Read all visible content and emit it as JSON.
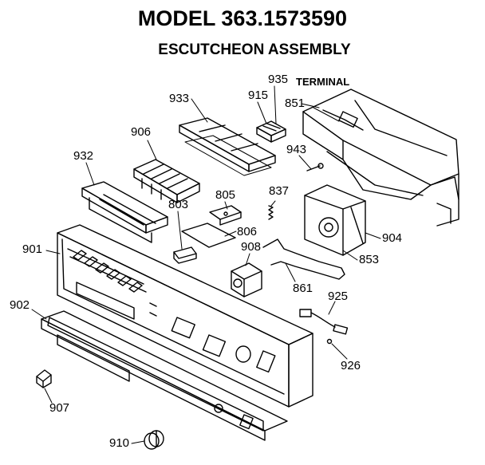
{
  "header": {
    "title": "MODEL 363.1573590",
    "subtitle": "ESCUTCHEON ASSEMBLY"
  },
  "parts": {
    "p933": "933",
    "p915": "915",
    "p935": "935",
    "terminal": "TERMINAL",
    "p851": "851",
    "p906": "906",
    "p943": "943",
    "p932": "932",
    "p805": "805",
    "p837": "837",
    "p803": "803",
    "p806": "806",
    "p904": "904",
    "p908": "908",
    "p901": "901",
    "p853": "853",
    "p861": "861",
    "p925": "925",
    "p902": "902",
    "p926": "926",
    "p907": "907",
    "p910": "910"
  }
}
